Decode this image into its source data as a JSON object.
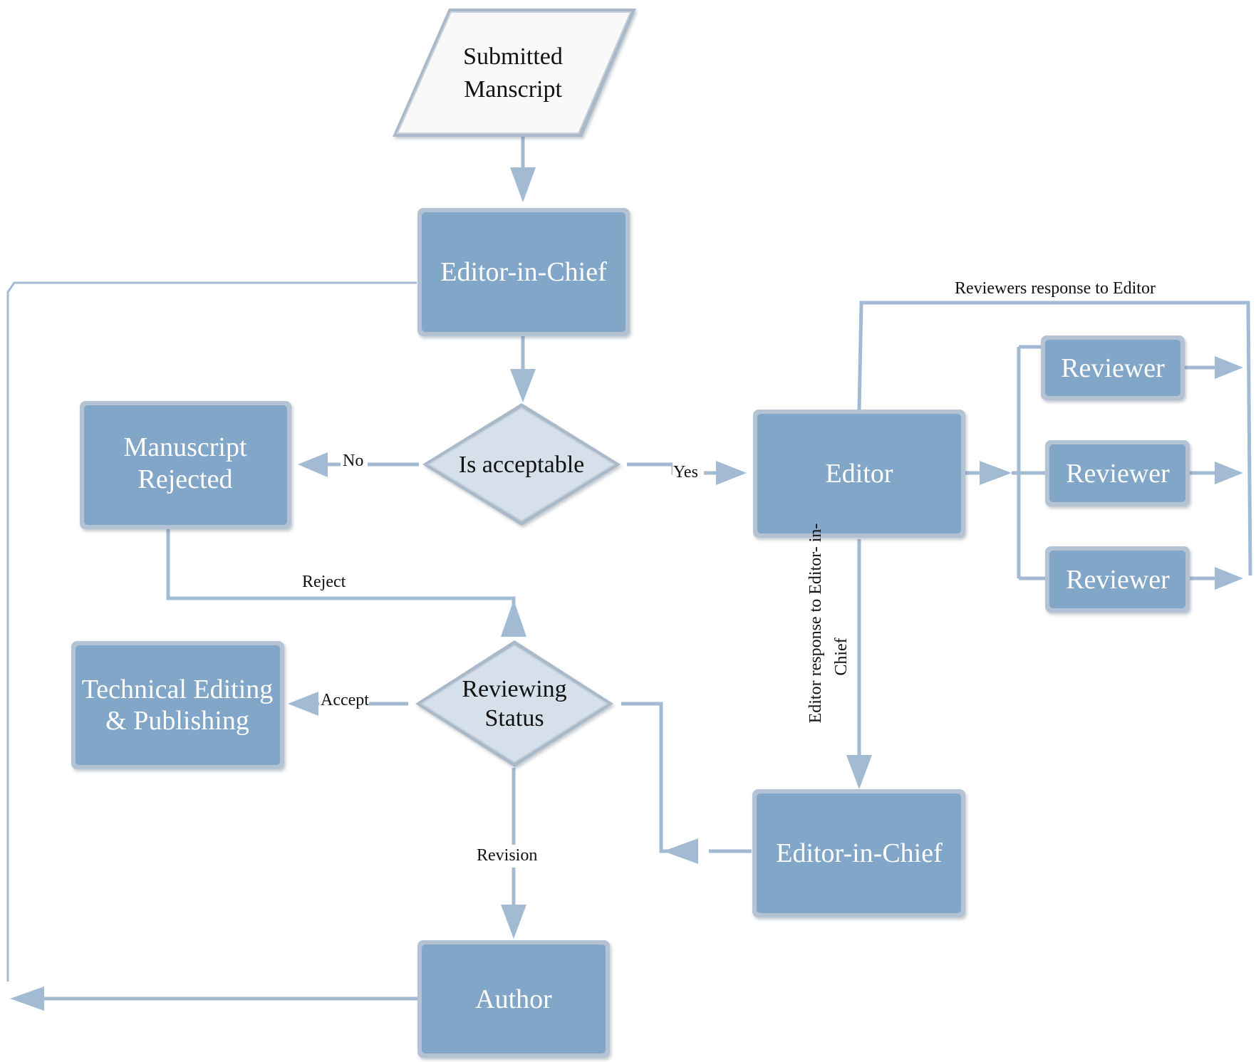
{
  "nodes": {
    "submitted": {
      "line1": "Submitted",
      "line2": "Manscript"
    },
    "editor_in_chief_top": {
      "label": "Editor-in-Chief"
    },
    "is_acceptable": {
      "label": "Is acceptable"
    },
    "manuscript_rejected": {
      "line1": "Manuscript",
      "line2": "Rejected"
    },
    "editor": {
      "label": "Editor"
    },
    "reviewer_1": {
      "label": "Reviewer"
    },
    "reviewer_2": {
      "label": "Reviewer"
    },
    "reviewer_3": {
      "label": "Reviewer"
    },
    "technical_editing": {
      "line1": "Technical Editing",
      "line2": "& Publishing"
    },
    "reviewing_status": {
      "line1": "Reviewing",
      "line2": "Status"
    },
    "editor_in_chief_bottom": {
      "label": "Editor-in-Chief"
    },
    "author": {
      "label": "Author"
    }
  },
  "edge_labels": {
    "no": "No",
    "yes": "Yes",
    "reject": "Reject",
    "accept": "Accept",
    "revision": "Revision",
    "reviewers_response": "Reviewers response to Editor",
    "editor_response_line1": "Editor response to Editor- in-",
    "editor_response_line2": "Chief"
  },
  "colors": {
    "box_fill": "#82a6c7",
    "box_border": "#b3c3d3",
    "diamond_fill": "#d5e0ea",
    "connector": "#a2bbd3",
    "parallelogram_fill": "#f9f9f9"
  }
}
